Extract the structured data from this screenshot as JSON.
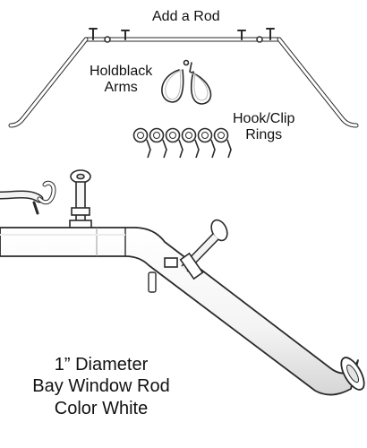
{
  "labels": {
    "add_rod": "Add a Rod",
    "holdback_line1": "Holdblack",
    "holdback_line2": "Arms",
    "hook_line1": "Hook/Clip",
    "hook_line2": "Rings",
    "diameter": "1” Diameter",
    "product": "Bay Window Rod",
    "color": "Color White"
  },
  "colors": {
    "background": "#ffffff",
    "rod": "#ffffff",
    "outline": "#2a2a2a",
    "shade": "#d9d9d9"
  },
  "icons": [
    "bay-window-rod-icon",
    "holdback-arm-icon",
    "ring-icon",
    "bracket-icon",
    "hook-icon"
  ]
}
